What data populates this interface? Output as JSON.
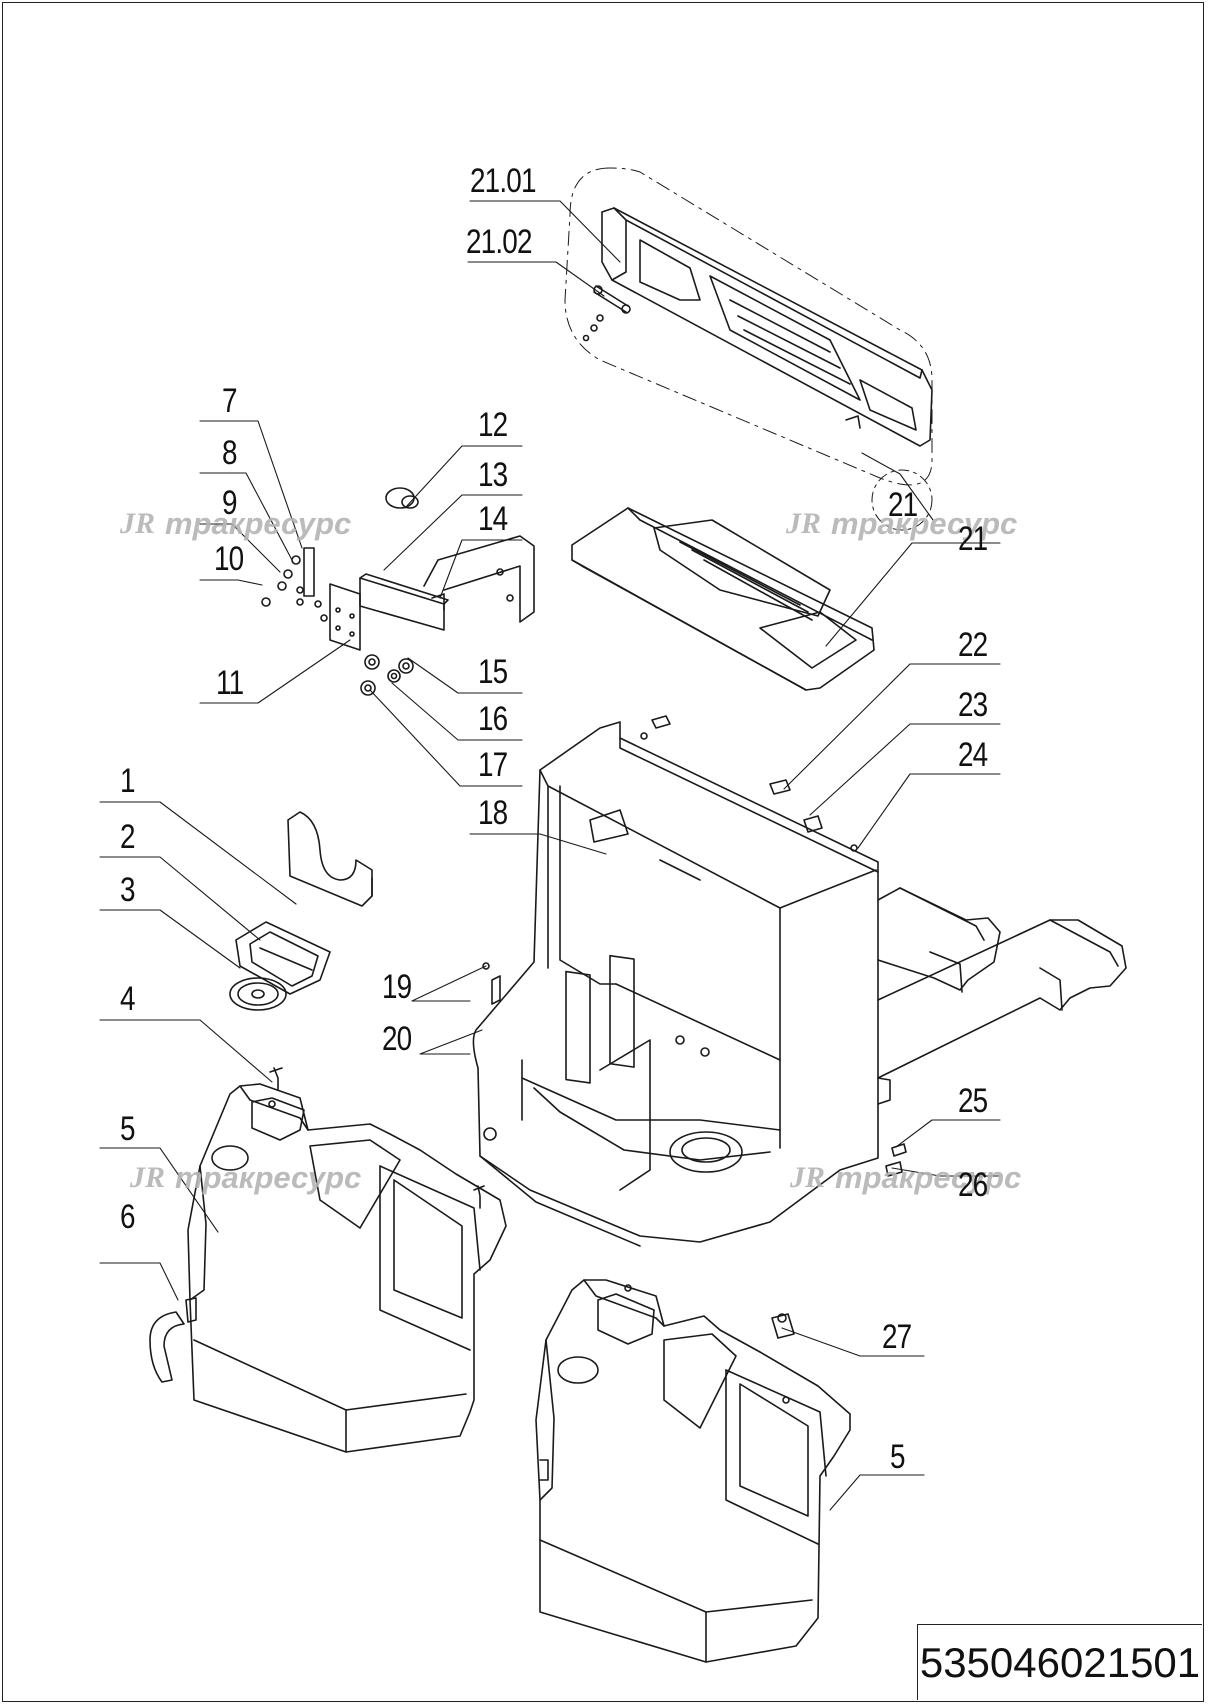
{
  "diagram": {
    "callouts": [
      {
        "id": "c21-01",
        "text": "21.01"
      },
      {
        "id": "c21-02",
        "text": "21.02"
      },
      {
        "id": "c7",
        "text": "7"
      },
      {
        "id": "c8",
        "text": "8"
      },
      {
        "id": "c9",
        "text": "9"
      },
      {
        "id": "c10",
        "text": "10"
      },
      {
        "id": "c11",
        "text": "11"
      },
      {
        "id": "c12",
        "text": "12"
      },
      {
        "id": "c13",
        "text": "13"
      },
      {
        "id": "c14",
        "text": "14"
      },
      {
        "id": "c15",
        "text": "15"
      },
      {
        "id": "c16",
        "text": "16"
      },
      {
        "id": "c17",
        "text": "17"
      },
      {
        "id": "c18",
        "text": "18"
      },
      {
        "id": "c21a",
        "text": "21"
      },
      {
        "id": "c21b",
        "text": "21"
      },
      {
        "id": "c22",
        "text": "22"
      },
      {
        "id": "c23",
        "text": "23"
      },
      {
        "id": "c24",
        "text": "24"
      },
      {
        "id": "c1",
        "text": "1"
      },
      {
        "id": "c2",
        "text": "2"
      },
      {
        "id": "c3",
        "text": "3"
      },
      {
        "id": "c4",
        "text": "4"
      },
      {
        "id": "c5a",
        "text": "5"
      },
      {
        "id": "c6",
        "text": "6"
      },
      {
        "id": "c19",
        "text": "19"
      },
      {
        "id": "c20",
        "text": "20"
      },
      {
        "id": "c25",
        "text": "25"
      },
      {
        "id": "c26",
        "text": "26"
      },
      {
        "id": "c27",
        "text": "27"
      },
      {
        "id": "c5b",
        "text": "5"
      }
    ],
    "watermark": {
      "mark": "JR",
      "text": "тракресурс",
      "color": "#b4b4b4"
    },
    "document_number": "535046021501"
  }
}
